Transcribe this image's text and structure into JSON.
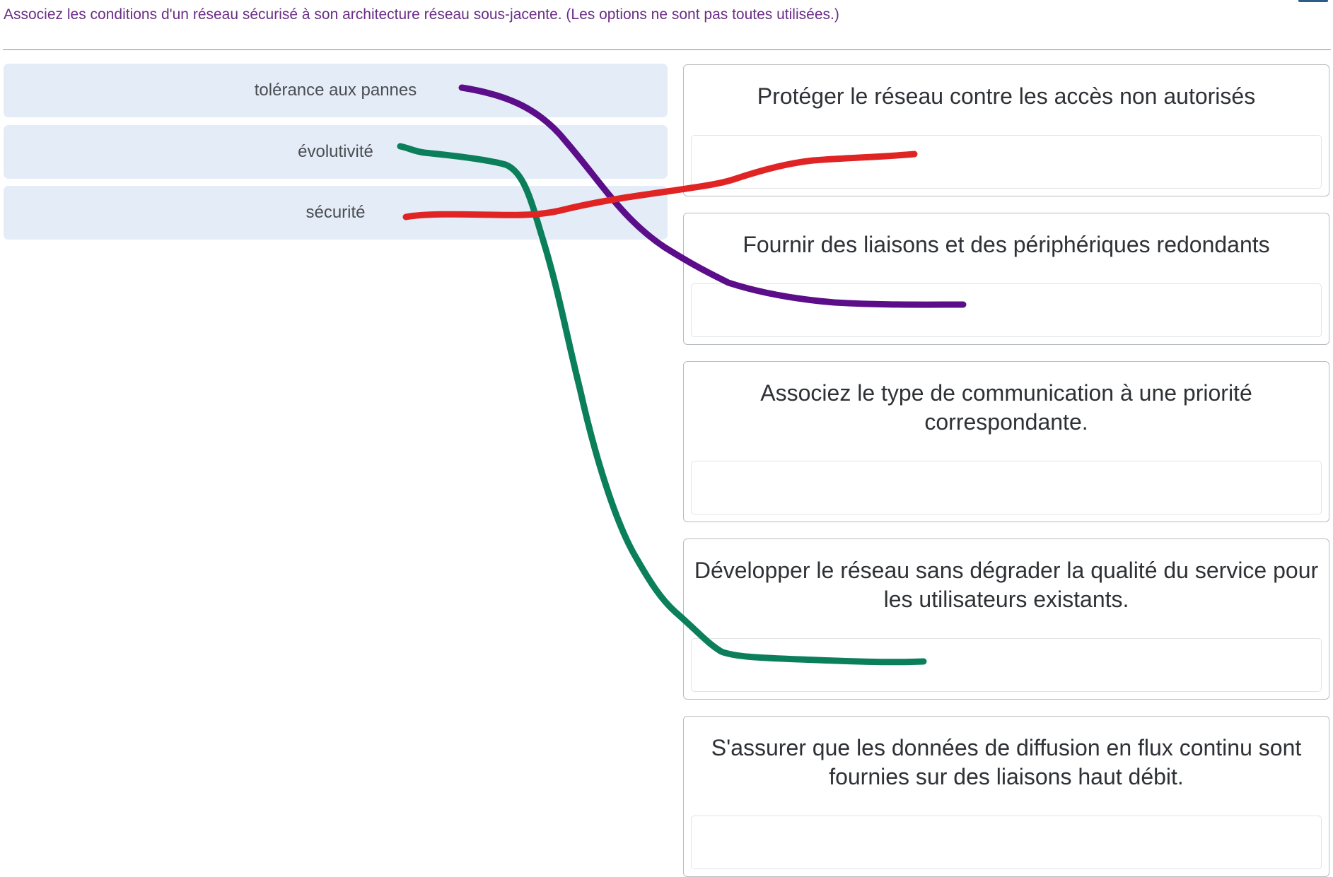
{
  "instruction": "Associez les conditions d'un réseau sécurisé à son architecture réseau sous-jacente. (Les options ne sont pas toutes utilisées.)",
  "options": [
    {
      "label": "tolérance aux pannes"
    },
    {
      "label": "évolutivité"
    },
    {
      "label": "sécurité"
    }
  ],
  "targets": [
    {
      "text": "Protéger le réseau contre les accès non autorisés"
    },
    {
      "text": "Fournir des liaisons et des périphériques redondants"
    },
    {
      "text": "Associez le type de communication à une priorité correspondante."
    },
    {
      "text": "Développer le réseau sans dégrader la qualité du service pour les utilisateurs existants."
    },
    {
      "text": "S'assurer que les données de diffusion en flux continu sont fournies sur des liaisons haut débit."
    }
  ],
  "colors": {
    "instruction_text": "#6a2d86",
    "option_background": "#e4ecf7",
    "stroke_tolerance": "#5b0d8a",
    "stroke_evolutivite": "#0a7f5a",
    "stroke_securite": "#e02424"
  }
}
